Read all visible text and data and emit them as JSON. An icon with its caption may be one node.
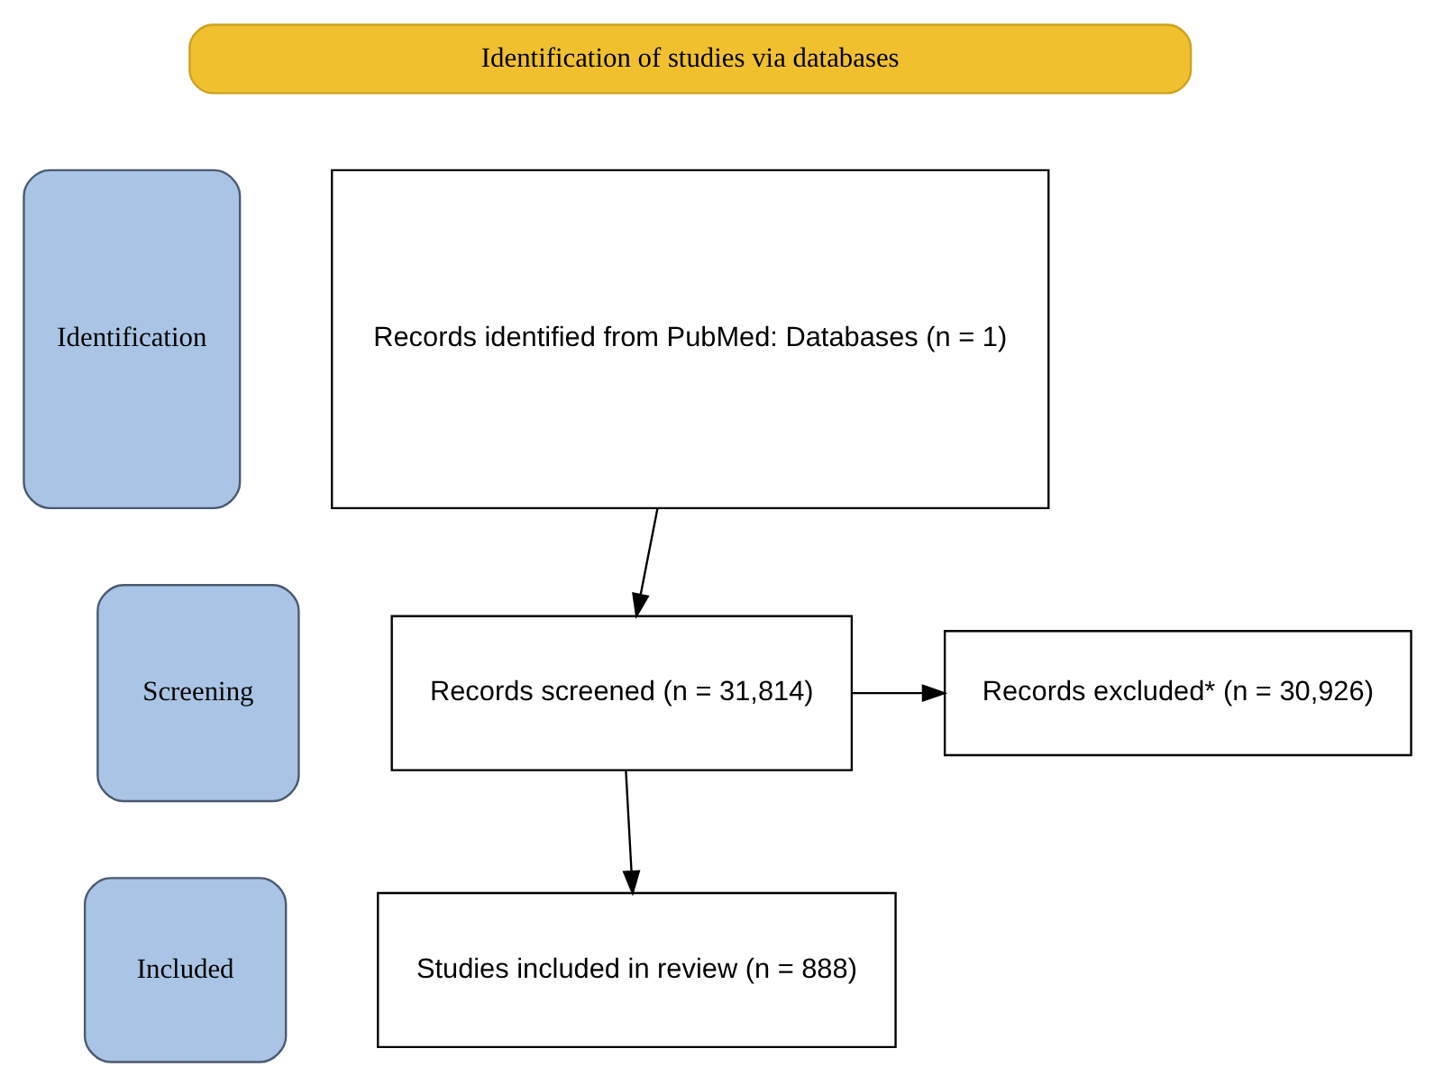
{
  "diagram": {
    "nodes": [
      {
        "text": [
          "Identification of studies via databases"
        ]
      },
      {
        "text": [
          "Identification"
        ]
      },
      {
        "text": [
          "Screening"
        ]
      },
      {
        "text": [
          "Included"
        ]
      },
      {
        "text": [
          "Records identified from PubMed: Databases (n = 1)"
        ]
      },
      {
        "text": [
          "Records screened (n = 31,814)"
        ]
      },
      {
        "text": [
          "Records excluded* (n = 30,926)"
        ]
      },
      {
        "text": [
          "Studies included in review (n = 888)"
        ]
      }
    ],
    "edges": [
      {
        "from": 4,
        "to": 5,
        "arrow": "to"
      },
      {
        "from": 5,
        "to": 6,
        "arrow": "to"
      },
      {
        "from": 5,
        "to": 7,
        "arrow": "to"
      }
    ]
  }
}
